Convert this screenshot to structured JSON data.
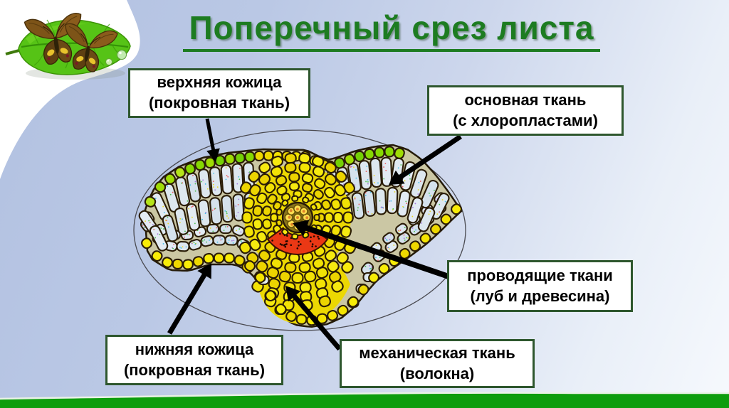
{
  "slide": {
    "title": "Поперечный срез листа",
    "labels": {
      "upper_epidermis": {
        "line1": "верхняя кожица",
        "line2": "(покровная ткань)"
      },
      "ground_tissue": {
        "line1": "основная ткань",
        "line2": "(с хлоропластами)"
      },
      "vascular_tissue": {
        "line1": "проводящие ткани",
        "line2": "(луб и древесина)"
      },
      "lower_epidermis": {
        "line1": "нижняя кожица",
        "line2": "(покровная ткань)"
      },
      "mechanical_tissue": {
        "line1": "механическая ткань",
        "line2": "(волокна)"
      }
    },
    "colors": {
      "title_green": "#1d7c21",
      "label_border_green": "#2e572e",
      "footer_green": "#0d9d0d",
      "background_blue_top": "#b2c1e1",
      "background_blue_bottom": "#f6f9fd",
      "cell_wall": "#2a1c06",
      "epidermis_green": "#9fdc05",
      "epidermis_yellow": "#f4e400",
      "mesophyll_light": "#dde7ef",
      "phloem_red": "#ea3815"
    }
  }
}
